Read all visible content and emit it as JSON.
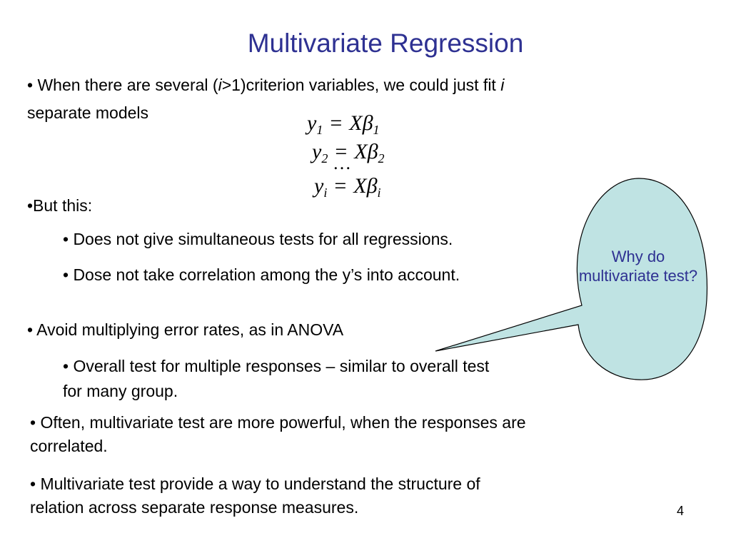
{
  "slide": {
    "title": "Multivariate Regression",
    "page_number": "4"
  },
  "bullets": {
    "b1_prefix": "• When there are several (",
    "b1_i": "i",
    "b1_mid": ">1)criterion variables, we could just fit ",
    "b1_i2": "i",
    "b1_line2": "separate models",
    "but": "•But this:",
    "sub1": "• Does not give simultaneous tests for all regressions.",
    "sub2": "• Dose not take correlation among the y’s into account.",
    "avoid": "• Avoid multiplying error rates, as in ANOVA",
    "overall_l1": "• Overall test for multiple responses – similar to overall test",
    "overall_l2": "for many group.",
    "often_l1": "• Often, multivariate test are more powerful, when the responses are",
    "often_l2": "correlated.",
    "mv_l1": "• Multivariate test provide a way to understand the structure of",
    "mv_l2": "relation across separate response measures."
  },
  "equations": {
    "y": "y",
    "X": "Xβ",
    "eq": "=",
    "sub1": "1",
    "sub2": "2",
    "subi": "i",
    "dots": "…"
  },
  "callout": {
    "text": "Why do multivariate test?",
    "fill": "#bfe3e3",
    "text_color": "#2e3192"
  }
}
